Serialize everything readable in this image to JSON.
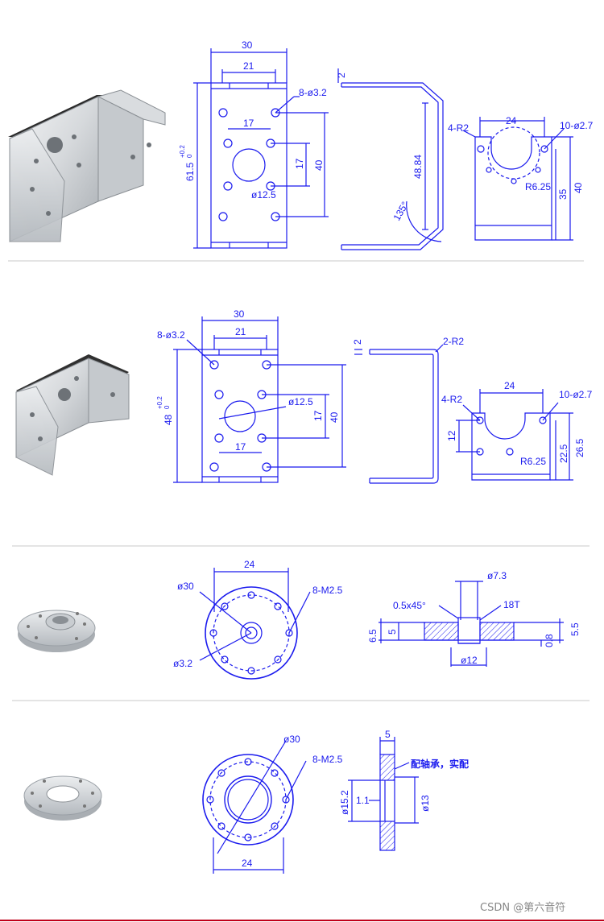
{
  "colors": {
    "drawing": "#1a1aee",
    "divider": "#c8c8c8",
    "footer_line": "#c0001a",
    "metal_light": "#e8eaec",
    "metal_dark": "#9aa0a6"
  },
  "section1": {
    "w_outer": "30",
    "w_inner": "21",
    "holes": "8-ø3.2",
    "spacing_h": "17",
    "spacing_v": "17",
    "height": "40",
    "bore": "ø12.5",
    "total_h": "61.5",
    "tol_up": "+0.2",
    "tol_low": "0",
    "thickness": "2",
    "side_depth": "48.84",
    "angle": "135°",
    "slot": "4-R2",
    "pcd": "24",
    "hub_holes": "10-ø2.7",
    "radius": "R6.25",
    "h35": "35",
    "h40": "40"
  },
  "section2": {
    "w_outer": "30",
    "w_inner": "21",
    "holes": "8-ø3.2",
    "bore": "ø12.5",
    "spacing_v": "17",
    "height": "40",
    "spacing_h": "17",
    "total_h": "48",
    "tol_up": "+0.2",
    "tol_low": "0",
    "thickness": "2",
    "bend": "2-R2",
    "pcd": "24",
    "slot": "4-R2",
    "hub_holes": "10-ø2.7",
    "h12": "12",
    "radius": "R6.25",
    "h22": "22.5",
    "h26": "26.5"
  },
  "section3": {
    "pcd": "24",
    "outer": "ø30",
    "threads": "8-M2.5",
    "center_hole": "ø3.2",
    "top_d": "ø7.3",
    "chamfer": "0.5x45°",
    "teeth": "18T",
    "h65": "6.5",
    "h5": "5",
    "h55": "5.5",
    "h08": "0.8",
    "d12": "ø12"
  },
  "section4": {
    "outer": "ø30",
    "threads": "8-M2.5",
    "pcd": "24",
    "thick": "5",
    "note": "配轴承，实配",
    "d152": "ø15.2",
    "d11": "1.1",
    "d13": "ø13"
  },
  "footer": {
    "watermark": "CSDN @第六音符"
  }
}
